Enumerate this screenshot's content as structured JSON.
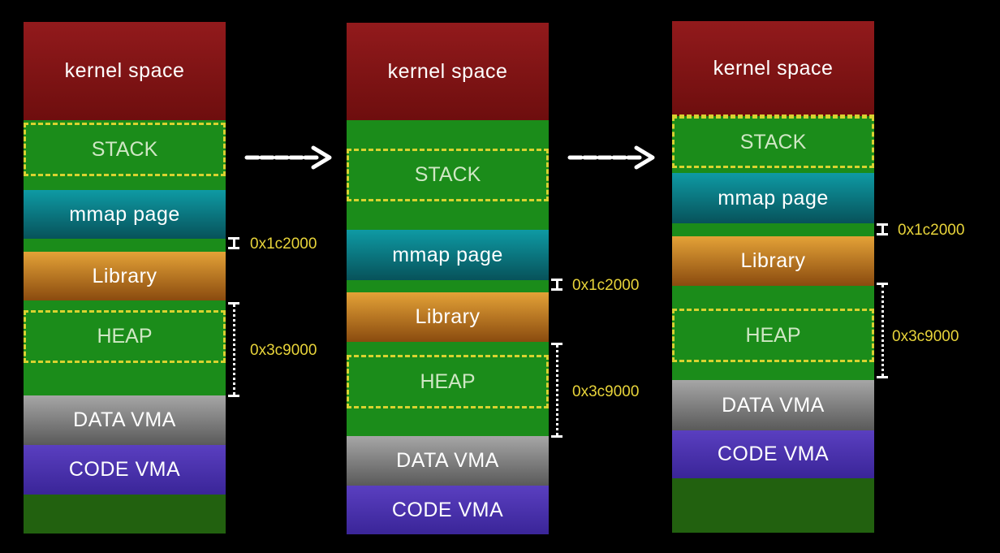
{
  "colors": {
    "kernel": "#921a1c",
    "stack_free": "#1b8c1a",
    "mmap": "#0e9aa4",
    "library": "#e4a237",
    "data": "#a6a6a6",
    "code": "#5a3fc0",
    "dashed_border": "#d8d230",
    "size_label": "#e8d43a"
  },
  "diagrams": [
    {
      "kernel": "kernel space",
      "stack": "STACK",
      "mmap": "mmap page",
      "library": "Library",
      "heap": "HEAP",
      "data": "DATA VMA",
      "code": "CODE VMA",
      "mmap_gap": "0x1c2000",
      "heap_gap": "0x3c9000"
    },
    {
      "kernel": "kernel space",
      "stack": "STACK",
      "mmap": "mmap page",
      "library": "Library",
      "heap": "HEAP",
      "data": "DATA VMA",
      "code": "CODE VMA",
      "mmap_gap": "0x1c2000",
      "heap_gap": "0x3c9000"
    },
    {
      "kernel": "kernel space",
      "stack": "STACK",
      "mmap": "mmap page",
      "library": "Library",
      "heap": "HEAP",
      "data": "DATA VMA",
      "code": "CODE VMA",
      "mmap_gap": "0x1c2000",
      "heap_gap": "0x3c9000"
    }
  ],
  "arrows": [
    "right-arrow-icon",
    "right-arrow-icon"
  ]
}
